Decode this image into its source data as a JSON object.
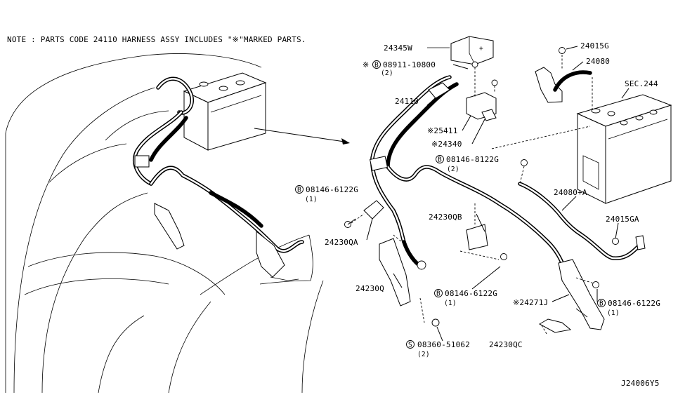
{
  "note": "NOTE : PARTS CODE 24110  HARNESS ASSY INCLUDES \"※\"MARKED PARTS.",
  "diagram_id": "J24006Y5",
  "labels": {
    "l_24345w": "24345W",
    "l_08911_mark": "※",
    "l_08911_circle": "B",
    "l_08911": "08911-10800",
    "l_08911_qty": "(2)",
    "l_24110": "24110",
    "l_25411": "※25411",
    "l_24340": "※24340",
    "l_08146a_circle": "B",
    "l_08146a": "08146-6122G",
    "l_08146a_qty": "(1)",
    "l_24230qa": "24230QA",
    "l_24230qb": "24230QB",
    "l_24230q": "24230Q",
    "l_08146b_circle": "B",
    "l_08146b": "08146-6122G",
    "l_08146b_qty": "(1)",
    "l_08360_circle": "S",
    "l_08360": "08360-51062",
    "l_08360_qty": "(2)",
    "l_24230qc": "24230QC",
    "l_24271j": "※24271J",
    "l_08146c_circle": "B",
    "l_08146c": "08146-6122G",
    "l_08146c_qty": "(1)",
    "l_08146d_circle": "B",
    "l_08146d": "08146-8122G",
    "l_08146d_qty": "(2)",
    "l_24015g": "24015G",
    "l_24080": "24080",
    "l_sec244": "SEC.244",
    "l_24080a": "24080+A",
    "l_24015ga": "24015GA"
  }
}
